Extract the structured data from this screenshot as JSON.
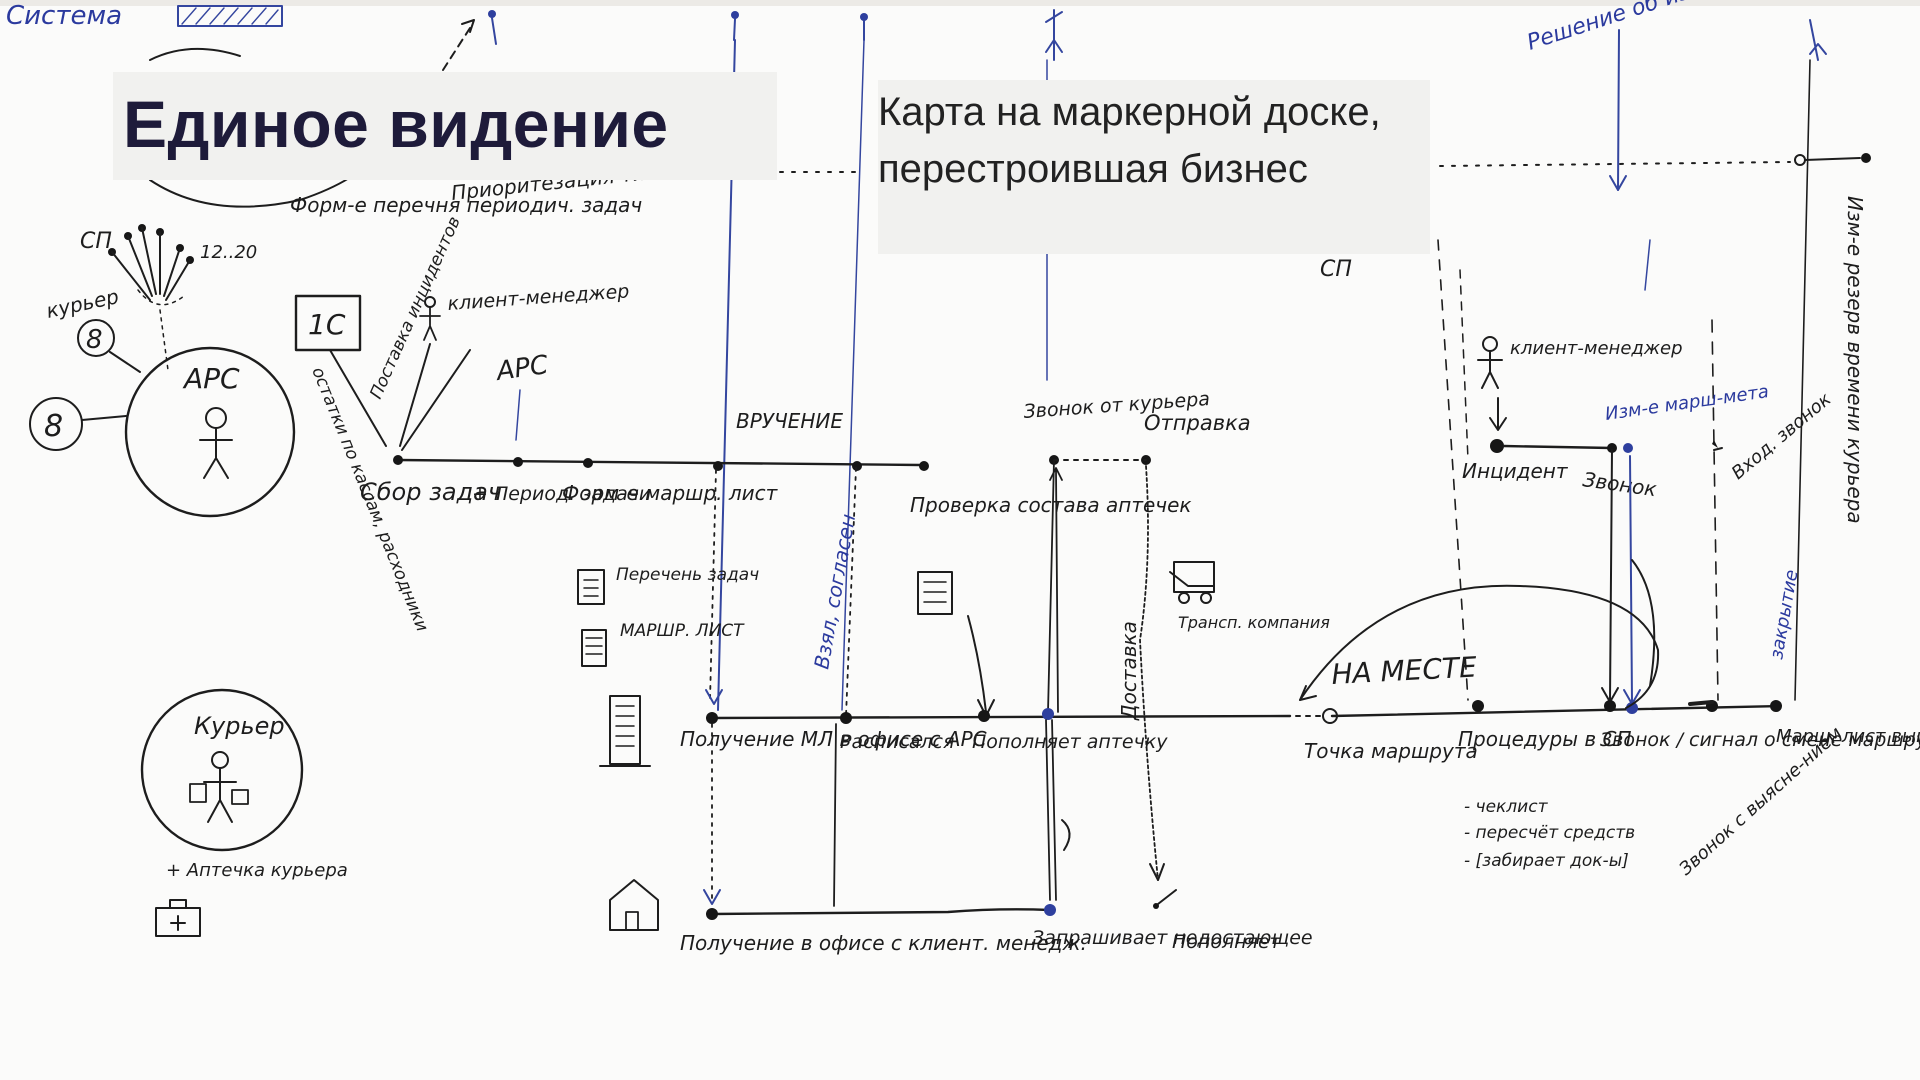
{
  "slide": {
    "title": "Единое видение",
    "subtitle": "Карта на маркерной доске, перестроившая бизнес"
  },
  "whiteboard": {
    "top_left": {
      "sistema": "Система"
    },
    "left_cluster": {
      "sp": "СП",
      "time": "12..20",
      "courier_label": "курьер",
      "circle_label": "АРС",
      "one_c": "1С",
      "client_manager": "клиент-менеджер",
      "forming_list": "Форм-е перечня периодич. задач",
      "prioritization": "Приоритезация типов задач",
      "ostatki": "остатки по кассам, расходники",
      "postavka": "Поставка инцидентов",
      "ars_arrow": "АРС"
    },
    "main_flow": {
      "sbor": "Сбор задач",
      "period": "+ Период. задачи",
      "form_list": "Форм-е маршр. лист",
      "vruchenie": "ВРУЧЕНИЕ",
      "proverka": "Проверка состава аптечек",
      "zvonok_ot_kurera": "Звонок от курьера",
      "otpravka": "Отправка",
      "sp_right": "СП",
      "intsident": "Инцидент",
      "zvonok": "Звонок",
      "izm_mesta": "Изм-е марш-мета",
      "vhod_zvonok": "Вход. звонок",
      "reshenie": "Решение об изм-нии маршрута",
      "izm_rezerv": "Изм-е резерв времени курьера",
      "client_manager_right": "клиент-менеджер"
    },
    "legend": {
      "perechen": "Перечень задач",
      "marsh_list": "МАРШР. ЛИСТ"
    },
    "bottom_flow": {
      "poluchenie_ml": "Получение МЛ в офисе с АРС",
      "vzal_soglasen": "Взял, согласен",
      "raspisalsya": "Расписался",
      "popolnyaet": "Пополняет аптечку",
      "dostavka": "Доставка",
      "transp": "Трансп. компания",
      "na_meste": "НА МЕСТЕ",
      "tochka": "Точка маршрута",
      "protsedury": "Процедуры в СП",
      "cheklist": "- чеклист",
      "peresyot": "- пересчёт средств",
      "zabiraet": "- [забирает док-ы]",
      "zvonok_ob_smene": "Звонок / сигнал о смене маршрута",
      "mars_list_vypolnen": "Марш. лист выполнен !!",
      "zakrytie": "закрытие",
      "zvonok_s_vyyasneniem": "Звонок с выясне-нием"
    },
    "lower_left": {
      "kurer": "Курьер",
      "aptechka": "+ Аптечка курьера"
    },
    "final": {
      "poluchenie_klient": "Получение в офисе с клиент. менедж.",
      "zaprashivaet": "Запрашивает недостающее",
      "popolnyaet2": "Пополняет"
    }
  }
}
